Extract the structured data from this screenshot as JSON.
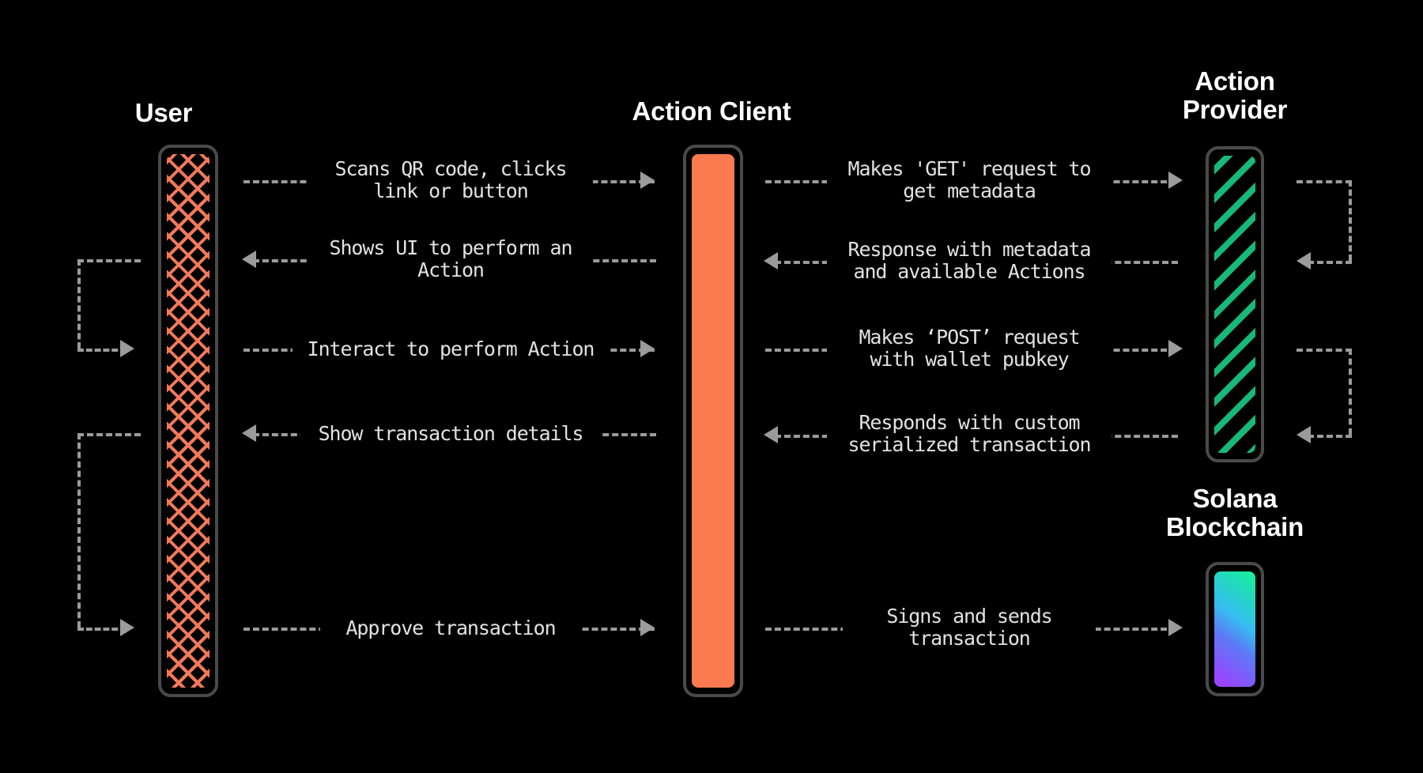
{
  "diagram": {
    "title": "Solana Actions sequence diagram",
    "background_color": "#000000",
    "participants": [
      {
        "id": "user",
        "label": "User",
        "lifeline_style": "orange-crosshatch",
        "color": "#f2795a"
      },
      {
        "id": "client",
        "label": "Action Client",
        "lifeline_style": "orange-solid",
        "color": "#fb7a50"
      },
      {
        "id": "provider",
        "label": "Action\nProvider",
        "lifeline_style": "green-diagonal-stripes",
        "color": "#17b978"
      },
      {
        "id": "blockchain",
        "label": "Solana\nBlockchain",
        "lifeline_style": "solana-gradient",
        "color": "#14f195"
      }
    ],
    "messages": [
      {
        "id": "m1",
        "from": "user",
        "to": "client",
        "direction": "right",
        "text": "Scans QR code, clicks\nlink or button"
      },
      {
        "id": "m2",
        "from": "client",
        "to": "user",
        "direction": "left",
        "text": "Shows UI to perform an\nAction"
      },
      {
        "id": "m3",
        "from": "user",
        "to": "client",
        "direction": "right",
        "text": "Interact to perform Action"
      },
      {
        "id": "m4",
        "from": "client",
        "to": "user",
        "direction": "left",
        "text": "Show transaction details"
      },
      {
        "id": "m5",
        "from": "user",
        "to": "client",
        "direction": "right",
        "text": "Approve transaction"
      },
      {
        "id": "m6",
        "from": "client",
        "to": "provider",
        "direction": "right",
        "text": "Makes 'GET' request to\nget metadata"
      },
      {
        "id": "m7",
        "from": "provider",
        "to": "client",
        "direction": "left",
        "text": "Response with metadata\nand available Actions"
      },
      {
        "id": "m8",
        "from": "client",
        "to": "provider",
        "direction": "right",
        "text": "Makes ‘POST’ request\nwith wallet pubkey"
      },
      {
        "id": "m9",
        "from": "provider",
        "to": "client",
        "direction": "left",
        "text": "Responds with custom\nserialized transaction"
      },
      {
        "id": "m10",
        "from": "client",
        "to": "blockchain",
        "direction": "right",
        "text": "Signs and sends\ntransaction"
      }
    ],
    "self_loops": [
      {
        "id": "loop-user-1",
        "participant": "user",
        "side": "left",
        "arrow": "right"
      },
      {
        "id": "loop-user-2",
        "participant": "user",
        "side": "left",
        "arrow": "right"
      },
      {
        "id": "loop-provider-1",
        "participant": "provider",
        "side": "right",
        "arrow": "left"
      },
      {
        "id": "loop-provider-2",
        "participant": "provider",
        "side": "right",
        "arrow": "left"
      }
    ],
    "colors": {
      "line": "#9b9b9b",
      "frame": "#4a4a4a",
      "text": "#e2e2e2",
      "title": "#ffffff",
      "orange": "#fb7a50",
      "green": "#17b978",
      "solana_green": "#14f195",
      "solana_purple": "#9945ff"
    }
  }
}
